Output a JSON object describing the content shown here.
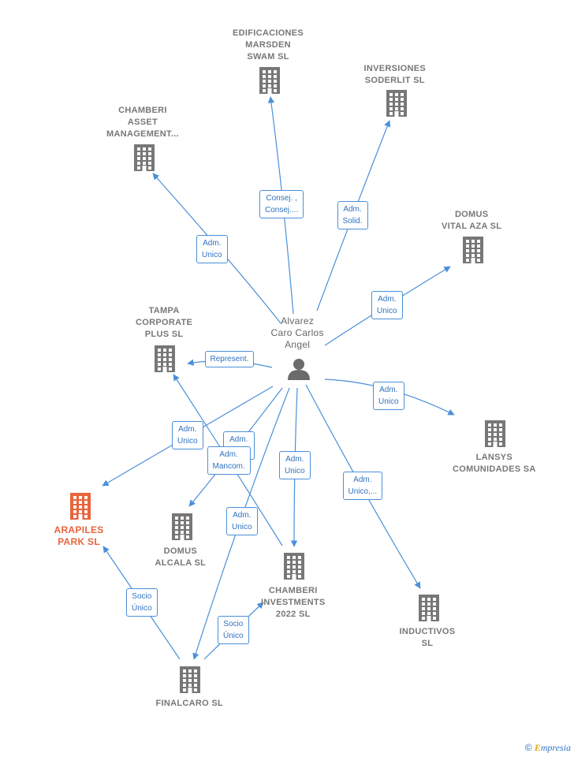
{
  "center": {
    "label_lines": [
      "Alvarez",
      "Caro Carlos",
      "Angel"
    ]
  },
  "nodes": [
    {
      "id": "edificaciones",
      "label_lines": [
        "EDIFICACIONES",
        "MARSDEN",
        "SWAM  SL"
      ],
      "focus": false
    },
    {
      "id": "inversiones",
      "label_lines": [
        "INVERSIONES",
        "SODERLIT SL"
      ],
      "focus": false
    },
    {
      "id": "chamberi-asset",
      "label_lines": [
        "CHAMBERI",
        "ASSET",
        "MANAGEMENT..."
      ],
      "focus": false
    },
    {
      "id": "domus-vital",
      "label_lines": [
        "DOMUS",
        "VITAL AZA  SL"
      ],
      "focus": false
    },
    {
      "id": "tampa",
      "label_lines": [
        "TAMPA",
        "CORPORATE",
        "PLUS  SL"
      ],
      "focus": false
    },
    {
      "id": "lansys",
      "label_lines": [
        "LANSYS",
        "COMUNIDADES SA"
      ],
      "focus": false
    },
    {
      "id": "arapiles",
      "label_lines": [
        "ARAPILES",
        "PARK  SL"
      ],
      "focus": true
    },
    {
      "id": "domus-alcala",
      "label_lines": [
        "DOMUS",
        "ALCALA  SL"
      ],
      "focus": false
    },
    {
      "id": "chamberi-inv",
      "label_lines": [
        "CHAMBERI",
        "INVESTMENTS",
        "2022  SL"
      ],
      "focus": false
    },
    {
      "id": "inductivos",
      "label_lines": [
        "INDUCTIVOS",
        "SL"
      ],
      "focus": false
    },
    {
      "id": "finalcaro",
      "label_lines": [
        "FINALCARO  SL"
      ],
      "focus": false
    }
  ],
  "edges": [
    {
      "id": "e-edif",
      "label_lines": [
        "Consej. ,",
        "Consej...."
      ]
    },
    {
      "id": "e-inv",
      "label_lines": [
        "Adm.",
        "Solid."
      ]
    },
    {
      "id": "e-asset",
      "label_lines": [
        "Adm.",
        "Unico"
      ]
    },
    {
      "id": "e-vital",
      "label_lines": [
        "Adm.",
        "Unico"
      ]
    },
    {
      "id": "e-tampa",
      "label_lines": [
        "Represent."
      ]
    },
    {
      "id": "e-lansys",
      "label_lines": [
        "Adm.",
        "Unico"
      ]
    },
    {
      "id": "e-arapiles",
      "label_lines": [
        "Adm.",
        "Unico"
      ]
    },
    {
      "id": "e-alcala",
      "label_lines": [
        "Adm.",
        "Unico"
      ]
    },
    {
      "id": "e-mancom",
      "label_lines": [
        "Adm.",
        "Mancom."
      ]
    },
    {
      "id": "e-chinv",
      "label_lines": [
        "Adm.",
        "Unico"
      ]
    },
    {
      "id": "e-induct",
      "label_lines": [
        "Adm.",
        "Unico,..."
      ]
    },
    {
      "id": "e-final",
      "label_lines": [
        "Adm.",
        "Unico"
      ]
    },
    {
      "id": "e-socio1",
      "label_lines": [
        "Socio",
        "Único"
      ]
    },
    {
      "id": "e-socio2",
      "label_lines": [
        "Socio",
        "Único"
      ]
    }
  ],
  "brand": {
    "copyright": "©",
    "first": "E",
    "rest": "mpresia"
  },
  "colors": {
    "edge": "#4a90d9",
    "building": "#777777",
    "focus": "#e8643c",
    "person": "#6b6b6b"
  }
}
